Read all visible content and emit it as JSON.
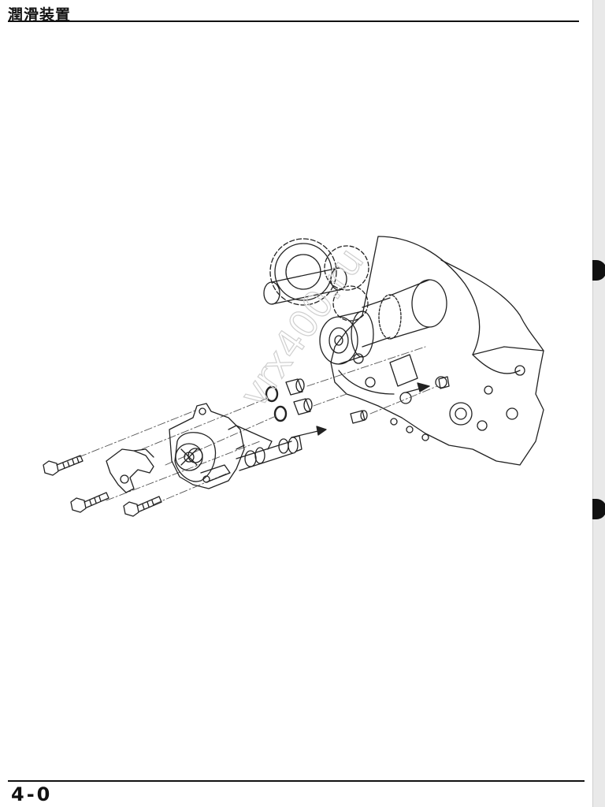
{
  "header": {
    "title": "潤滑装置"
  },
  "footer": {
    "page_number": "4-0"
  },
  "watermark": {
    "text": "vrx400.ru"
  }
}
